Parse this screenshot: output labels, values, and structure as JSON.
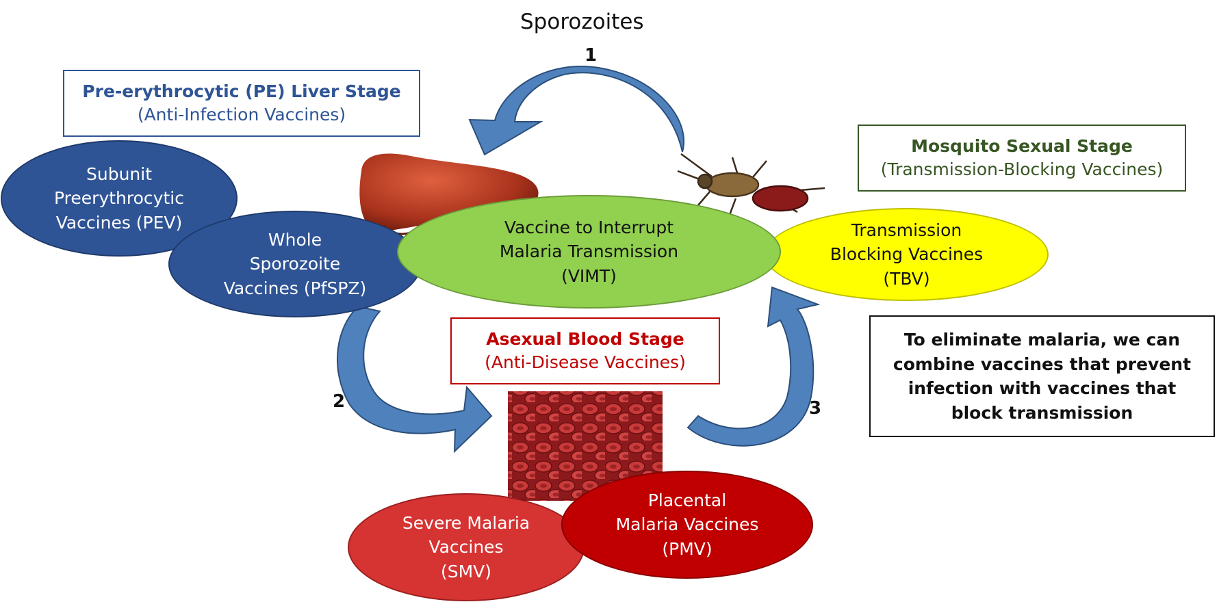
{
  "top_label": "Sporozoites",
  "step_numbers": [
    "1",
    "2",
    "3"
  ],
  "stages": {
    "pre_erythrocytic": {
      "title": "Pre-erythrocytic (PE) Liver Stage",
      "subtitle": "(Anti-Infection Vaccines)",
      "color": "#2f5496"
    },
    "mosquito": {
      "title": "Mosquito Sexual Stage",
      "subtitle": "(Transmission-Blocking Vaccines)",
      "color": "#375623"
    },
    "blood": {
      "title": "Asexual Blood Stage",
      "subtitle": "(Anti-Disease Vaccines)",
      "color": "#c00000"
    }
  },
  "vaccines": {
    "pev": "Subunit\nPreerythrocytic\nVaccines (PEV)",
    "pfspz": "Whole\nSporozoite\nVaccines (PfSPZ)",
    "vimt": "Vaccine to Interrupt\nMalaria Transmission\n(VIMT)",
    "tbv": "Transmission\nBlocking Vaccines\n(TBV)",
    "smv": "Severe Malaria\nVaccines\n(SMV)",
    "pmv": "Placental\nMalaria Vaccines\n(PMV)"
  },
  "note": "To eliminate malaria, we can combine vaccines that prevent infection with vaccines that block transmission",
  "colors": {
    "arrow": "#4f81bd",
    "pev_fill": "#2f5496",
    "vimt_fill": "#92d050",
    "tbv_fill": "#ffff00",
    "smv_fill": "#d63333",
    "pmv_fill": "#c00000"
  },
  "images": {
    "liver": "liver-image",
    "mosquito": "mosquito-image",
    "blood_cells": "red-blood-cells-image"
  }
}
